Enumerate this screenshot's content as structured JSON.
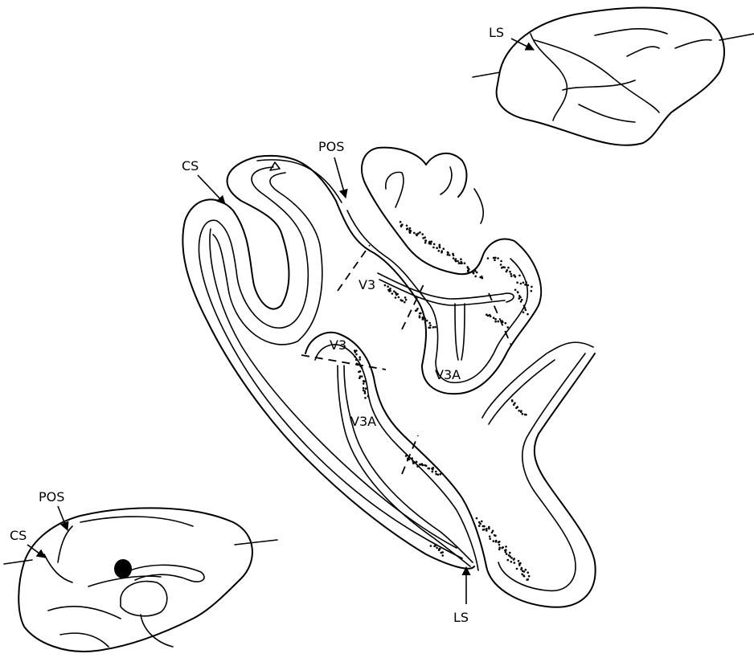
{
  "labels": {
    "ls_top": "LS",
    "cs_main": "CS",
    "pos_main": "POS",
    "v3_upper": "V3",
    "v3a_upper": "V3A",
    "v3_lower": "V3",
    "v3a_lower": "V3A",
    "ls_bottom": "LS",
    "pos_medial": "POS",
    "cs_medial": "CS"
  }
}
